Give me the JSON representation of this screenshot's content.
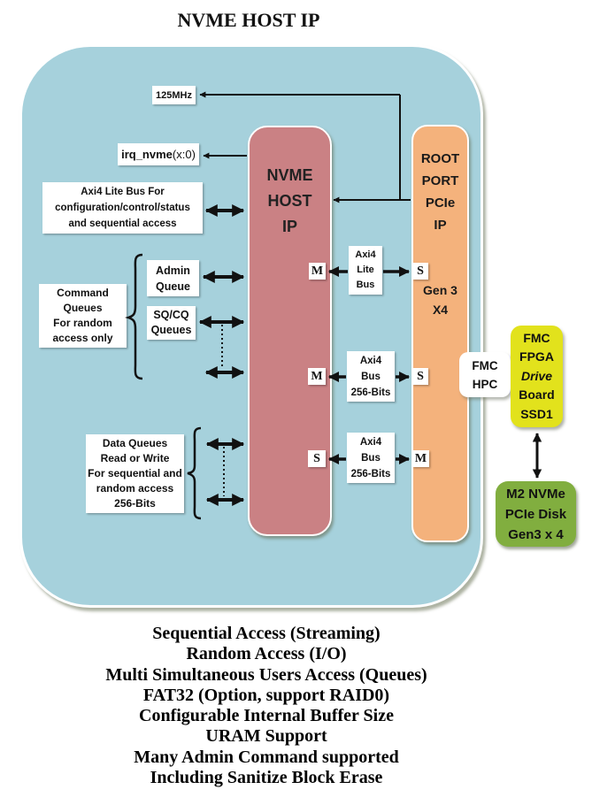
{
  "page_title": "NVME HOST IP",
  "colors": {
    "panel_background": "#a6d1dc",
    "nvme_host_block": "#ca8184",
    "root_port_block": "#f4b27c",
    "fmc_board_block": "#e2e21c",
    "disk_block": "#81ae3f",
    "label_boxes": "#ffffff",
    "connectors": "#111111"
  },
  "panel": {
    "clock_label": "125MHz",
    "irq_label_bold": "irq_nvme",
    "irq_label_suffix": "(x:0)",
    "config_bus_label": "Axi4 Lite Bus For\nconfiguration/control/status\nand sequential access",
    "command_queues_label": "Command\nQueues\nFor random\naccess only",
    "admin_queue_label": "Admin\nQueue",
    "sqcq_label": "SQ/CQ\nQueues",
    "data_queues_label": "Data Queues\nRead or Write\nFor sequential and\nrandom access\n256-Bits",
    "nvme_host_label": "NVME\nHOST\nIP",
    "root_port_label": "ROOT\nPORT\nPCIe\nIP",
    "gen3_label": "Gen 3\nX4",
    "bus_lite_label": "Axi4\nLite\nBus",
    "bus_256_a_label": "Axi4\nBus\n256-Bits",
    "bus_256_b_label": "Axi4\nBus\n256-Bits",
    "ports": {
      "m1": "M",
      "s1": "S",
      "m2": "M",
      "s2": "S",
      "s3": "S",
      "m3": "M"
    }
  },
  "right_side": {
    "fmc_hpc_label": "FMC\nHPC",
    "fmc_board": {
      "line1": "FMC",
      "line2": "FPGA",
      "line3": "Drive",
      "line4": "Board",
      "line5": "SSD1"
    },
    "disk_label": "M2 NVMe\nPCIe Disk\nGen3 x 4"
  },
  "features": [
    "Sequential Access (Streaming)",
    "Random Access (I/O)",
    "Multi Simultaneous Users Access (Queues)",
    "FAT32 (Option, support RAID0)",
    "Configurable Internal Buffer Size",
    "URAM Support",
    "Many Admin Command supported",
    "Including Sanitize Block Erase"
  ]
}
